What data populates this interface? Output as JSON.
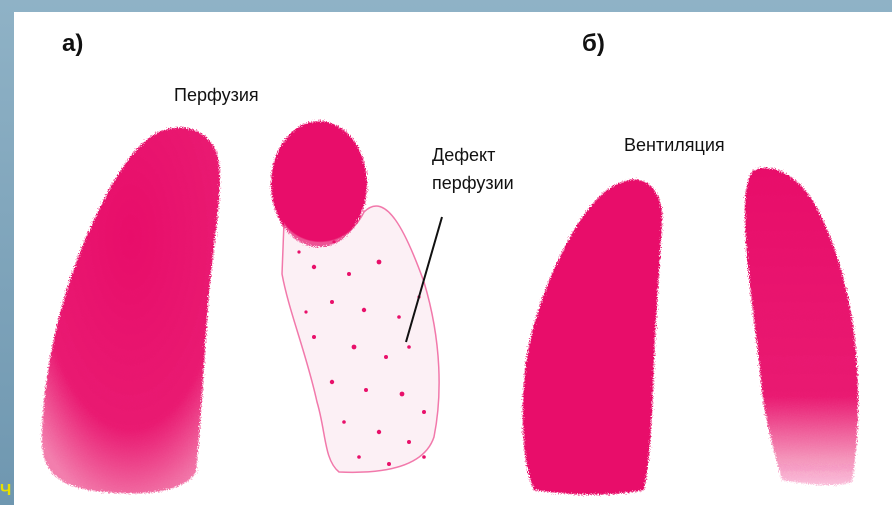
{
  "panels": {
    "a": {
      "letter": "а)",
      "caption": "Перфузия",
      "defect_label_line1": "Дефект",
      "defect_label_line2": "перфузии"
    },
    "b": {
      "letter": "б)",
      "caption": "Вентиляция"
    }
  },
  "colors": {
    "lung_magenta": "#e8106a",
    "background": "#ffffff",
    "frame": "#7da4bb"
  },
  "corner_mark": "Ч"
}
